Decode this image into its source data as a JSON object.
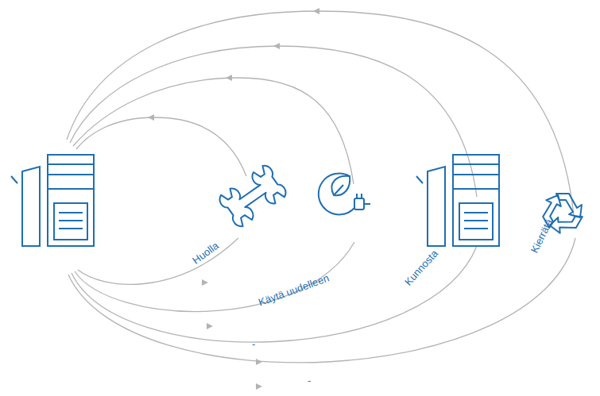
{
  "diagram": {
    "labels": [
      "Huolla",
      "Käytä uudelleen",
      "Kunnosta",
      "Kierrätä",
      "-",
      "-"
    ]
  }
}
